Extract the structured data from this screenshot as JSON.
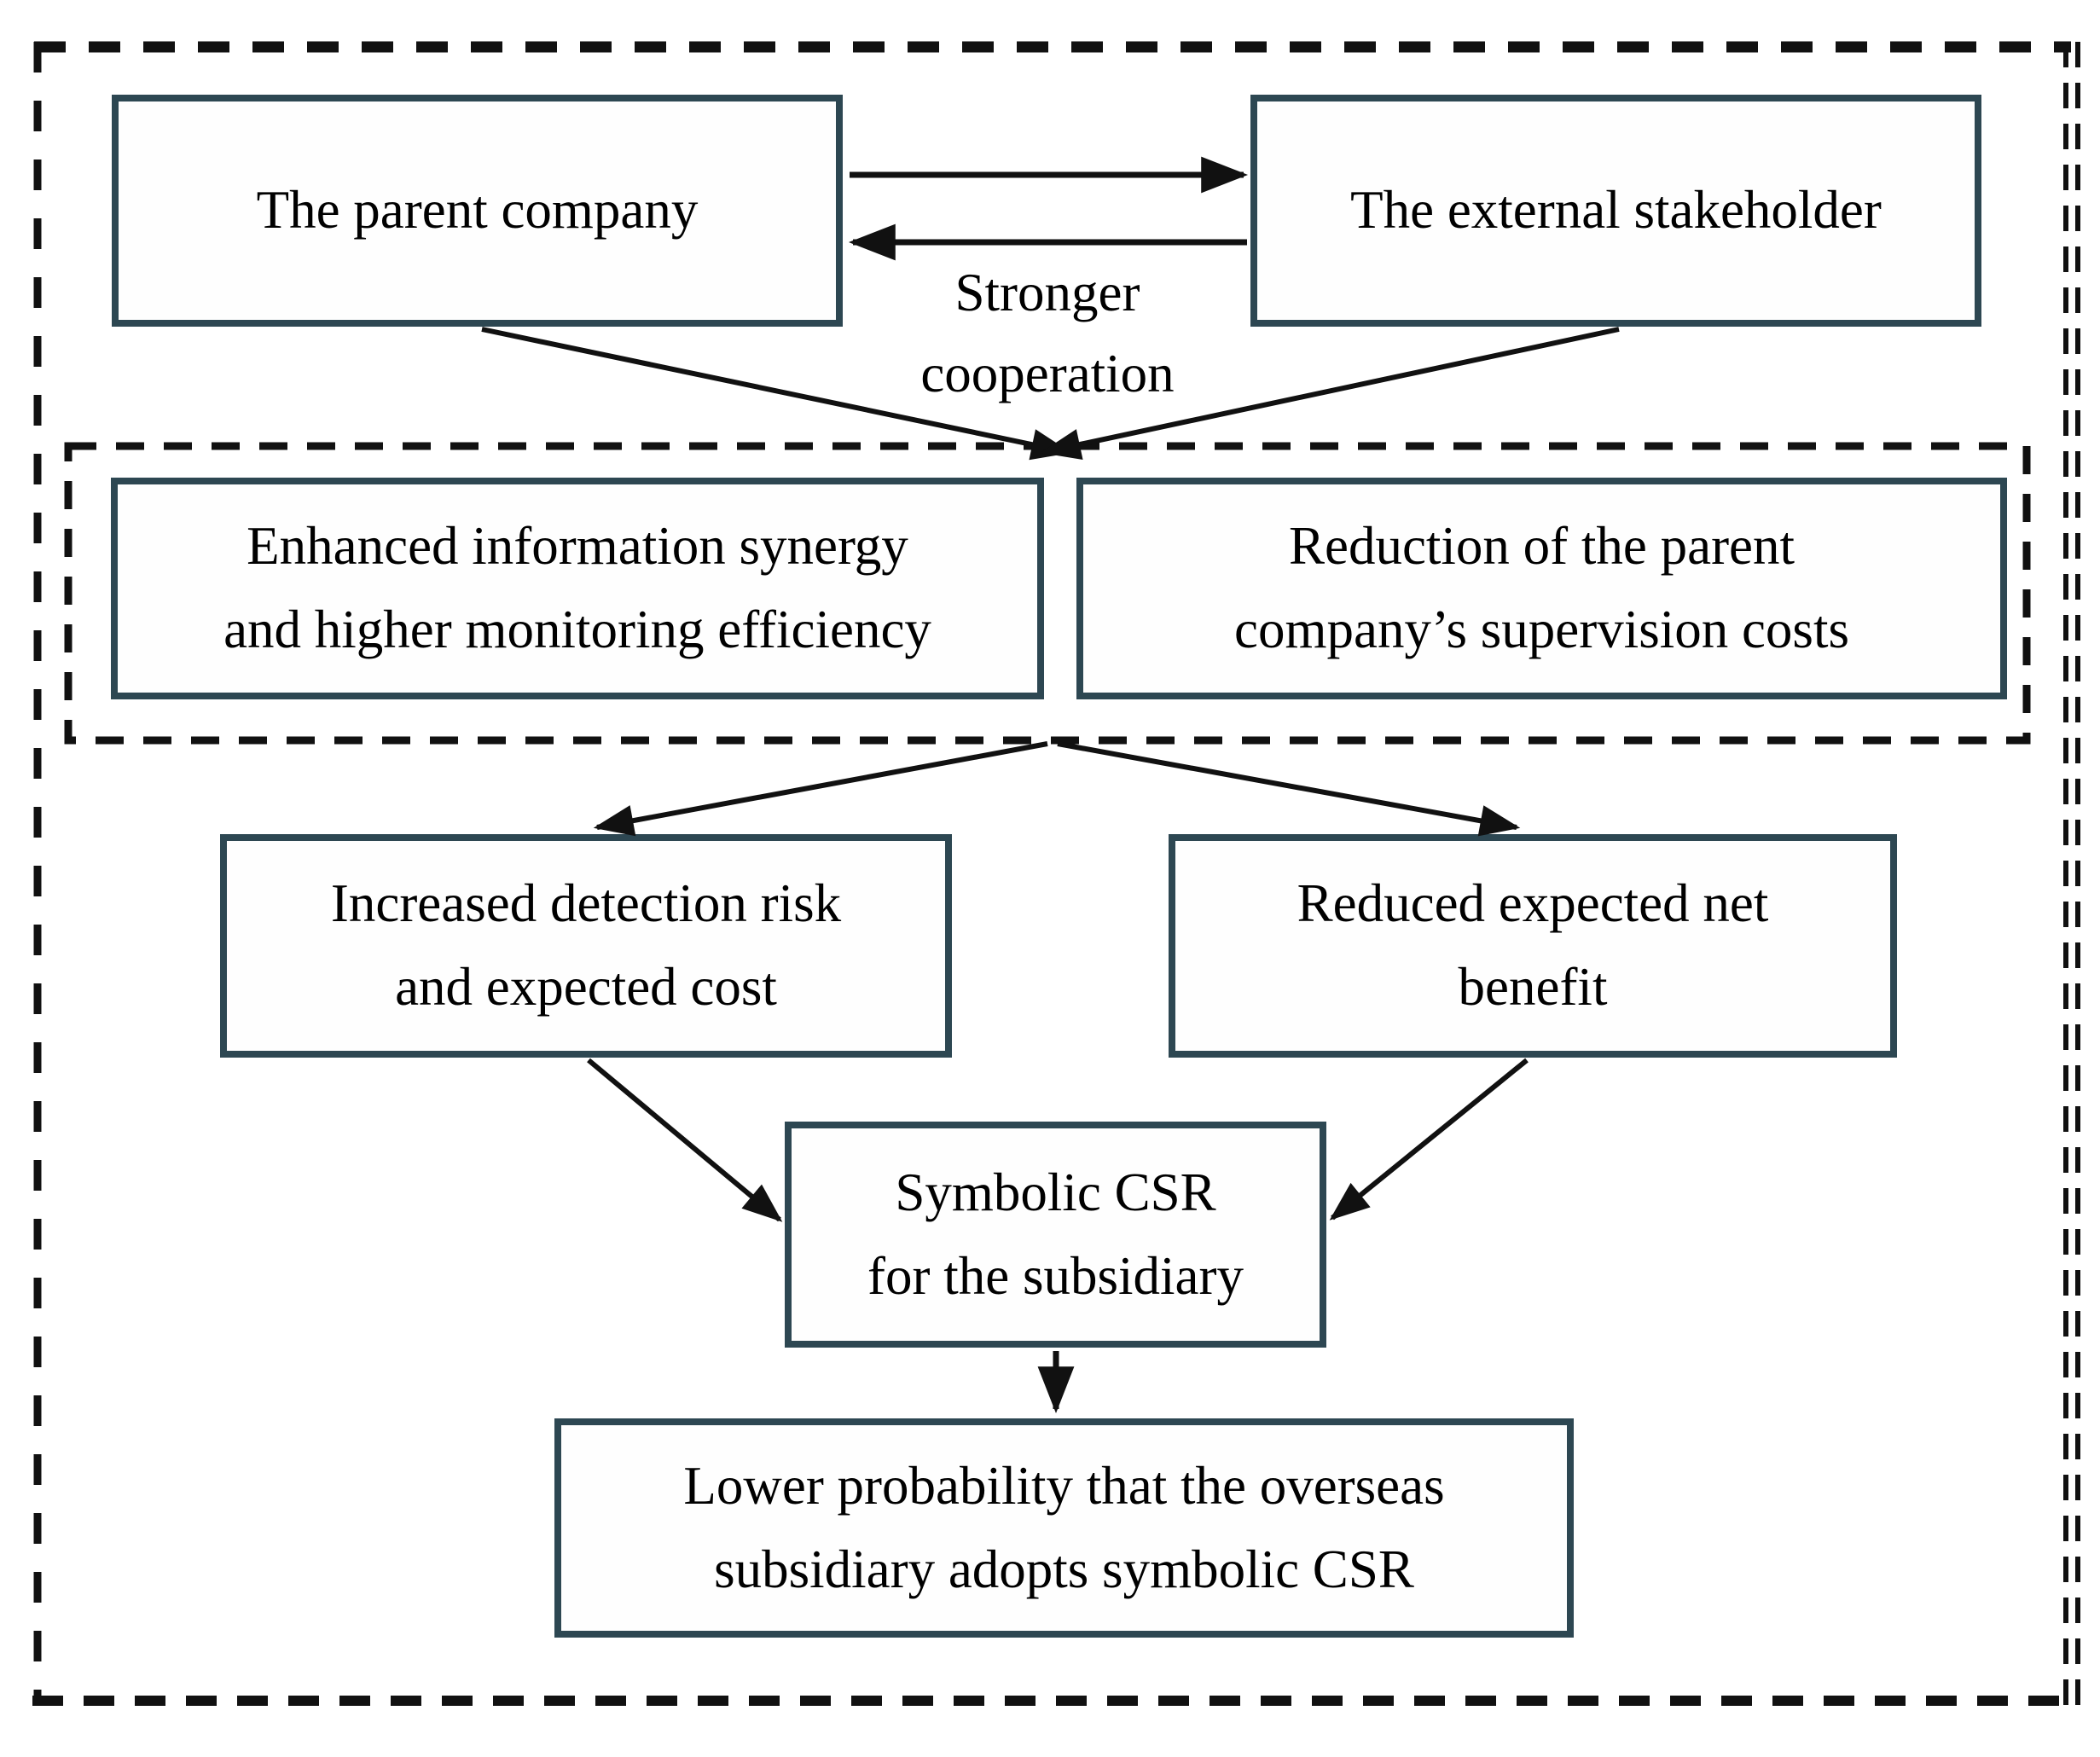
{
  "figure": {
    "colors": {
      "box_border": "#2d4752",
      "line": "#111111",
      "text": "#000000",
      "background": "#ffffff"
    },
    "nodes": {
      "parent_company": {
        "lines": [
          "The parent company"
        ]
      },
      "external_stakeholder": {
        "lines": [
          "The external stakeholder"
        ]
      },
      "enhanced_synergy": {
        "lines": [
          "Enhanced information synergy",
          "and higher monitoring efficiency"
        ]
      },
      "supervision_costs": {
        "lines": [
          "Reduction of the parent",
          "company’s supervision costs"
        ]
      },
      "detection_risk": {
        "lines": [
          "Increased detection risk",
          "and expected cost"
        ]
      },
      "net_benefit": {
        "lines": [
          "Reduced expected net",
          "benefit"
        ]
      },
      "symbolic_csr": {
        "lines": [
          "Symbolic CSR",
          "for the subsidiary"
        ]
      },
      "lower_probability": {
        "lines": [
          "Lower probability that the overseas",
          "subsidiary adopts symbolic CSR"
        ]
      }
    },
    "labels": {
      "stronger_cooperation": {
        "lines": [
          "Stronger",
          "cooperation"
        ]
      }
    }
  }
}
